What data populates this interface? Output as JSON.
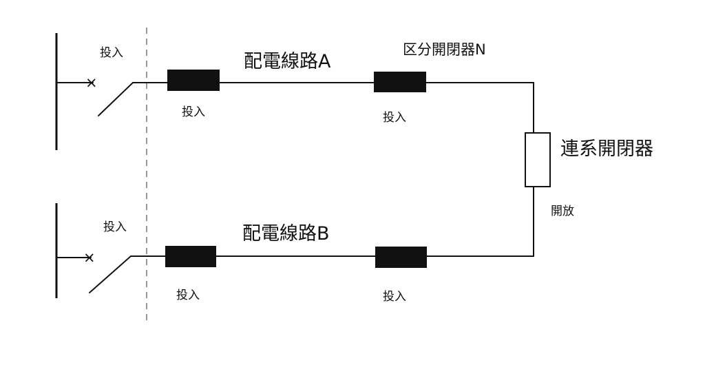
{
  "feeder_a": {
    "label": "配電線路A",
    "breaker_state": "投入",
    "sw1_state": "投入",
    "sectionalizer_label": "区分開閉器N",
    "sw2_state": "投入"
  },
  "feeder_b": {
    "label": "配電線路B",
    "breaker_state": "投入",
    "sw1_state": "投入",
    "sw2_state": "投入"
  },
  "tie_switch": {
    "label": "連系開閉器",
    "state": "開放"
  },
  "colors": {
    "line": "#111111",
    "dashed_boundary": "#777777"
  }
}
